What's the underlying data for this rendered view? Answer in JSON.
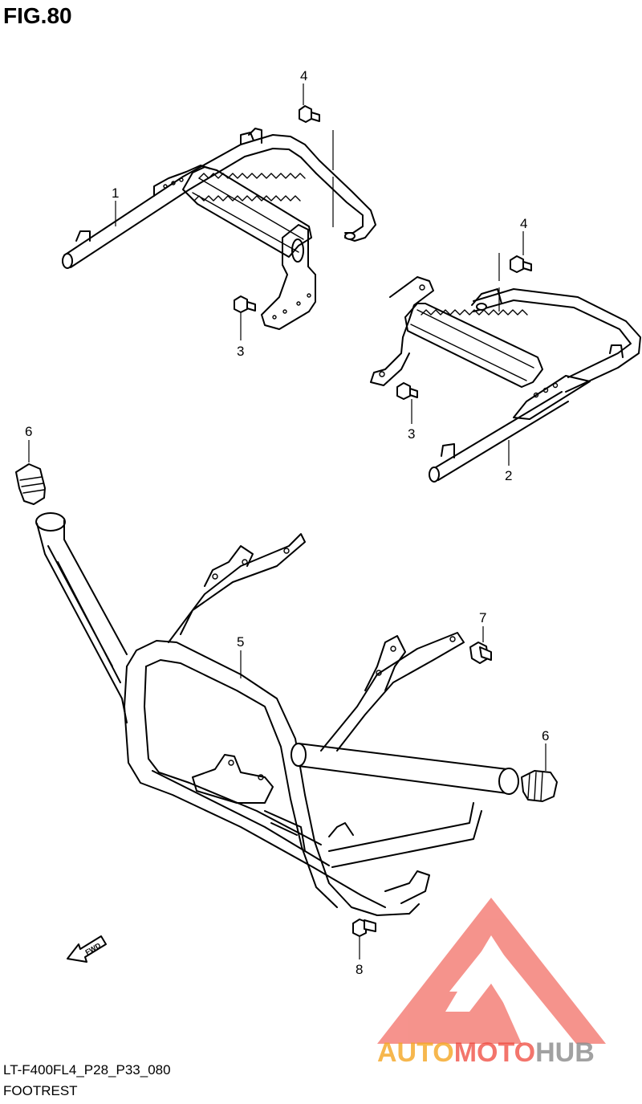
{
  "figure": {
    "title": "FIG.80"
  },
  "callouts": {
    "p1": "1",
    "p2": "2",
    "p3a": "3",
    "p3b": "3",
    "p4a": "4",
    "p4b": "4",
    "p5": "5",
    "p6a": "6",
    "p6b": "6",
    "p7": "7",
    "p8": "8"
  },
  "fwd_label": "FWD",
  "footer": {
    "code": "LT-F400FL4_P28_P33_080",
    "name": "FOOTREST"
  },
  "watermark": {
    "part1": "AUTO",
    "part2": "MOTO",
    "part3": "HUB",
    "color_orange": "#f5a623",
    "color_red": "#ee3b2f",
    "color_gray": "#8a8a8a"
  }
}
